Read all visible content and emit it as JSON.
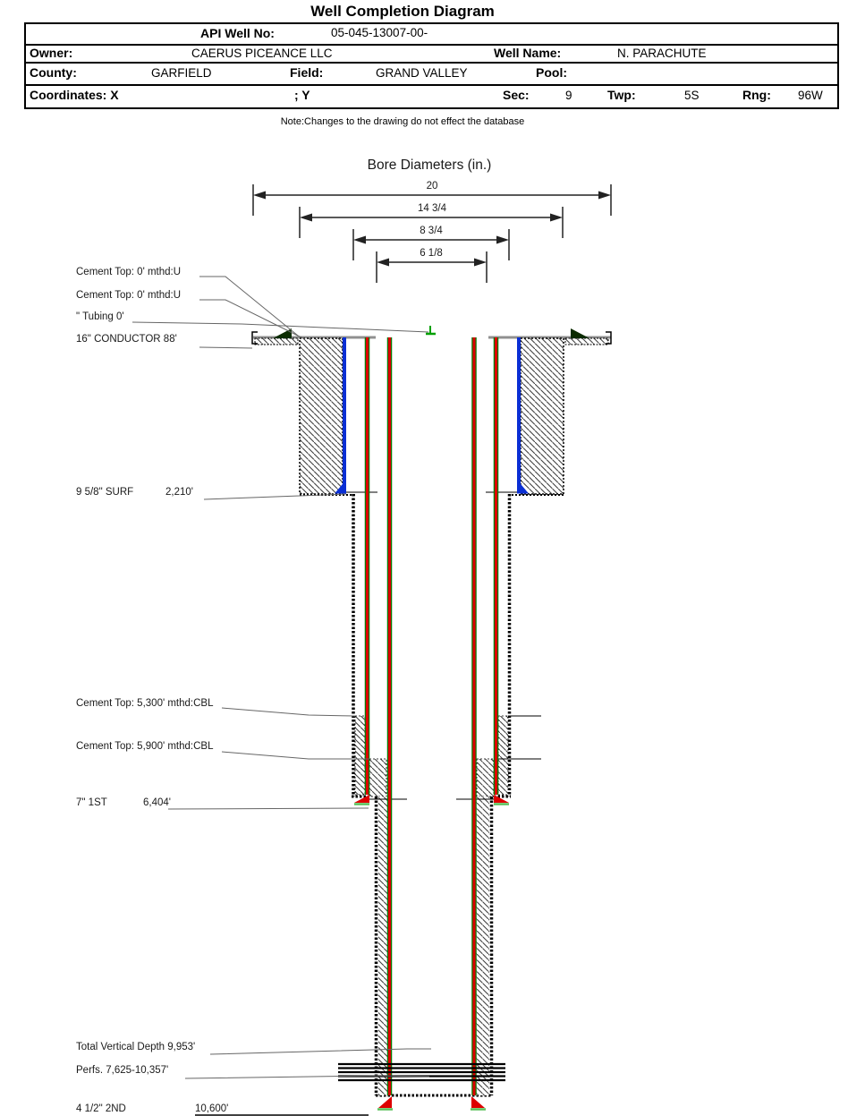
{
  "title": "Well Completion Diagram",
  "header_table": {
    "api_label": "API Well No:",
    "api_value": "05-045-13007-00-",
    "owner_label": "Owner:",
    "owner_value": "CAERUS PICEANCE LLC",
    "well_name_label": "Well Name:",
    "well_name_value": "N. PARACHUTE",
    "county_label": "County:",
    "county_value": "GARFIELD",
    "field_label": "Field:",
    "field_value": "GRAND VALLEY",
    "pool_label": "Pool:",
    "pool_value": "",
    "coordinates_label": "Coordinates: X",
    "coordinates_y_label": "; Y",
    "sec_label": "Sec:",
    "sec_value": "9",
    "twp_label": "Twp:",
    "twp_value": "5S",
    "rng_label": "Rng:",
    "rng_value": "96W"
  },
  "note": "Note:Changes to the drawing do not effect the database",
  "bore_diameters": {
    "title": "Bore Diameters (in.)",
    "values": [
      "20",
      "14 3/4",
      "8 3/4",
      "6 1/8"
    ]
  },
  "annotations": {
    "cement_top_a": "Cement Top: 0' mthd:U",
    "cement_top_b": "Cement Top: 0' mthd:U",
    "tubing": "\" Tubing 0'",
    "conductor": "16\" CONDUCTOR  88'",
    "surf_name": "9 5/8\" SURF",
    "surf_depth": "2,210'",
    "cement_top_5300": "Cement Top: 5,300' mthd:CBL",
    "cement_top_5900": "Cement Top: 5,900' mthd:CBL",
    "first_name": "7\" 1ST",
    "first_depth": "6,404'",
    "tvd": "Total Vertical Depth 9,953'",
    "perfs": "Perfs. 7,625-10,357'",
    "second_name": "4 1/2\" 2ND",
    "second_depth": "10,600'"
  },
  "colors": {
    "casing_red": "#dd0000",
    "casing_green": "#067d06",
    "casing_blue": "#0a2fd4",
    "conductor_dark": "#0b2b00",
    "surface_gray": "#909090",
    "leader_gray": "#666666"
  }
}
